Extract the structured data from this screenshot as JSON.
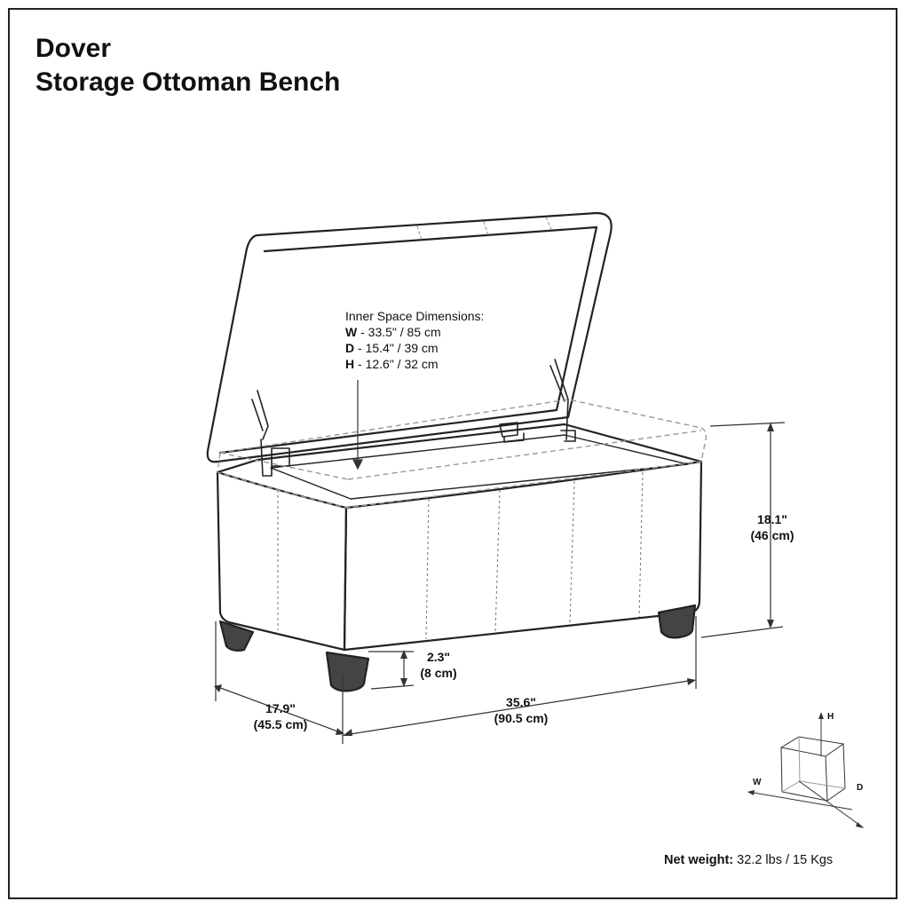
{
  "title": {
    "line1": "Dover",
    "line2": "Storage Ottoman Bench"
  },
  "inner_space": {
    "heading": "Inner Space Dimensions:",
    "width": {
      "key": "W",
      "value": " - 33.5\" / 85 cm"
    },
    "depth": {
      "key": "D",
      "value": " - 15.4\" / 39 cm"
    },
    "height": {
      "key": "H",
      "value": " - 12.6\" / 32 cm"
    }
  },
  "dimensions": {
    "height": {
      "inch": "18.1\"",
      "cm": "(46 cm)"
    },
    "leg": {
      "inch": "2.3\"",
      "cm": "(8 cm)"
    },
    "depth": {
      "inch": "17.9\"",
      "cm": "(45.5 cm)"
    },
    "width": {
      "inch": "35.6\"",
      "cm": "(90.5 cm)"
    }
  },
  "axis_legend": {
    "h": "H",
    "w": "W",
    "d": "D"
  },
  "net_weight": {
    "label": "Net weight:",
    "value": " 32.2 lbs / 15 Kgs"
  }
}
